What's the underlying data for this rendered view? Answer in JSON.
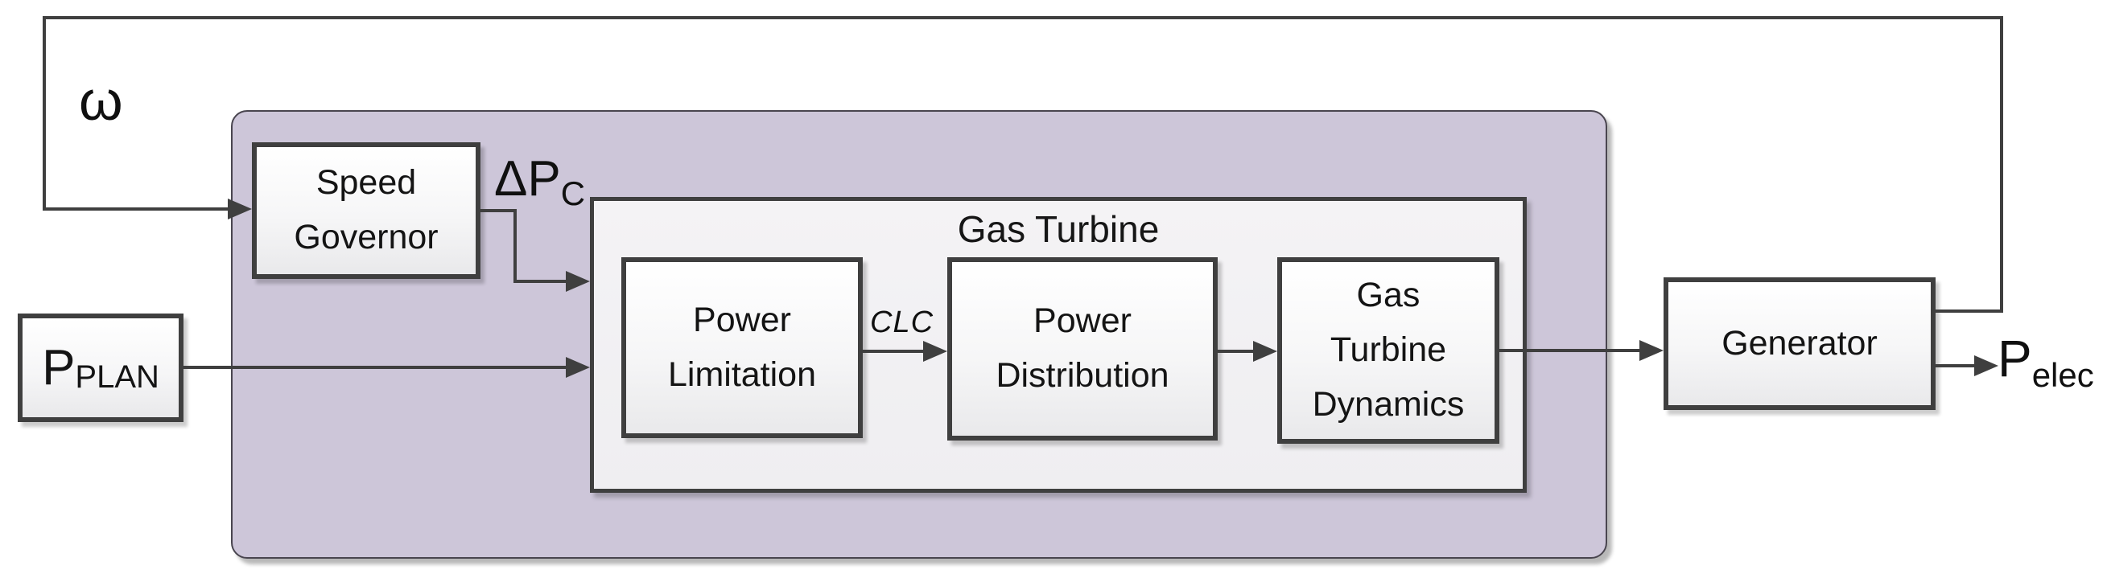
{
  "diagram": {
    "blocks": {
      "speed_governor": "Speed\nGovernor",
      "p_plan": {
        "main": "P",
        "sub": "PLAN"
      },
      "power_limitation": "Power\nLimitation",
      "power_distribution": "Power\nDistribution",
      "gas_turbine_dynamics": "Gas\nTurbine\nDynamics",
      "generator": "Generator"
    },
    "containers": {
      "gas_turbine_label": "Gas Turbine"
    },
    "signals": {
      "omega": "ω",
      "delta_pc": {
        "main": "ΔP",
        "sub": "C"
      },
      "clc": "CLC",
      "p_elec": {
        "main": "P",
        "sub": "elec"
      }
    },
    "colors": {
      "line": "#3f3f3f",
      "block_border": "#3f3f3f",
      "group_fill": "#cdc6d9",
      "inner_container_fill": "#f1f0f2"
    }
  }
}
